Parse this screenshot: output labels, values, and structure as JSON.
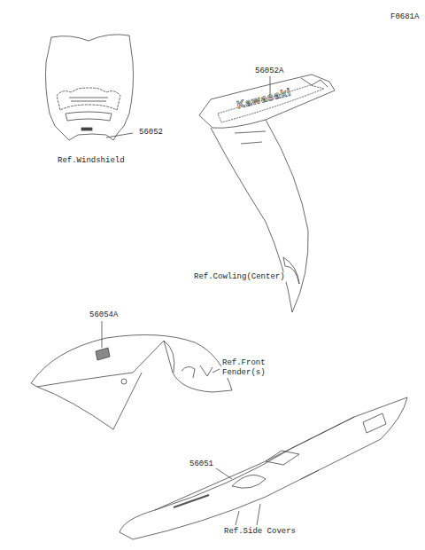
{
  "diagram": {
    "labels": [
      "F0681A",
      "56052",
      "Ref.Windshield",
      "56052A",
      "Kawasaki",
      "Ref.Cowling(Center)",
      "56054A",
      "Ref.Front Fender(s)",
      "56051",
      "Ref.Side Covers"
    ]
  }
}
